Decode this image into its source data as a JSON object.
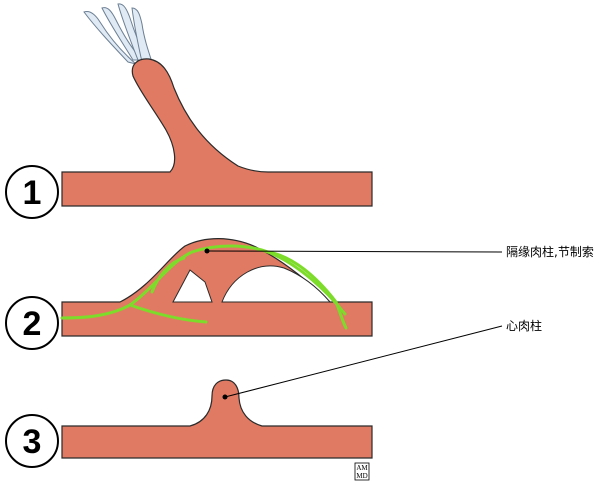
{
  "panels": [
    {
      "number": "1"
    },
    {
      "number": "2",
      "label": "隔缘肉柱,节制索"
    },
    {
      "number": "3",
      "label": "心肉柱"
    }
  ],
  "logo": {
    "line1": "AM",
    "line2": "MD"
  },
  "colors": {
    "muscle": "#e07a63",
    "outline": "#2a2a2a",
    "nerve": "#7ddc2a",
    "tendon": "#dfeaf5"
  }
}
